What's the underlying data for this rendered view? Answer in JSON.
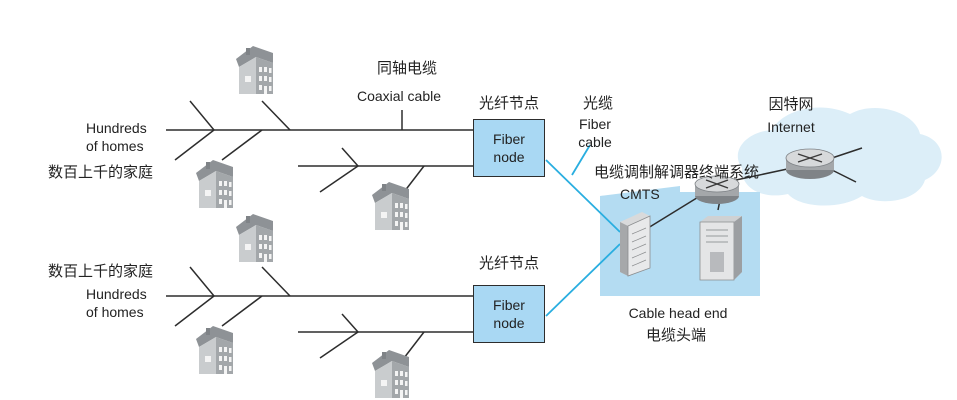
{
  "labels": {
    "coax_cn": "同轴电缆",
    "coax_en": "Coaxial cable",
    "fiber_node_cn_top": "光纤节点",
    "fiber_node_cn_bottom": "光纤节点",
    "fiber_cable_cn": "光缆",
    "fiber_cable_en_1": "Fiber",
    "fiber_cable_en_2": "cable",
    "internet_cn": "因特网",
    "internet_en": "Internet",
    "cmts_cn": "电缆调制解调器终端系统",
    "cmts_en": "CMTS",
    "homes_top_en_1": "Hundreds",
    "homes_top_en_2": "of homes",
    "homes_top_cn": "数百上千的家庭",
    "homes_bottom_cn": "数百上千的家庭",
    "homes_bottom_en_1": "Hundreds",
    "homes_bottom_en_2": "of homes",
    "headend_en": "Cable head end",
    "headend_cn": "电缆头端"
  },
  "fiber_nodes": [
    {
      "line1": "Fiber",
      "line2": "node"
    },
    {
      "line1": "Fiber",
      "line2": "node"
    }
  ],
  "colors": {
    "fiber_line": "#29aee0",
    "fiber_node_fill": "#a9d8f3",
    "headend_fill": "#b4dcf2",
    "internet_cloud": "#dceef8",
    "cable_line": "#2d2d2d"
  },
  "icons": [
    "house-icon",
    "router-icon",
    "server-icon",
    "cmts-rack-icon",
    "cloud-icon"
  ]
}
